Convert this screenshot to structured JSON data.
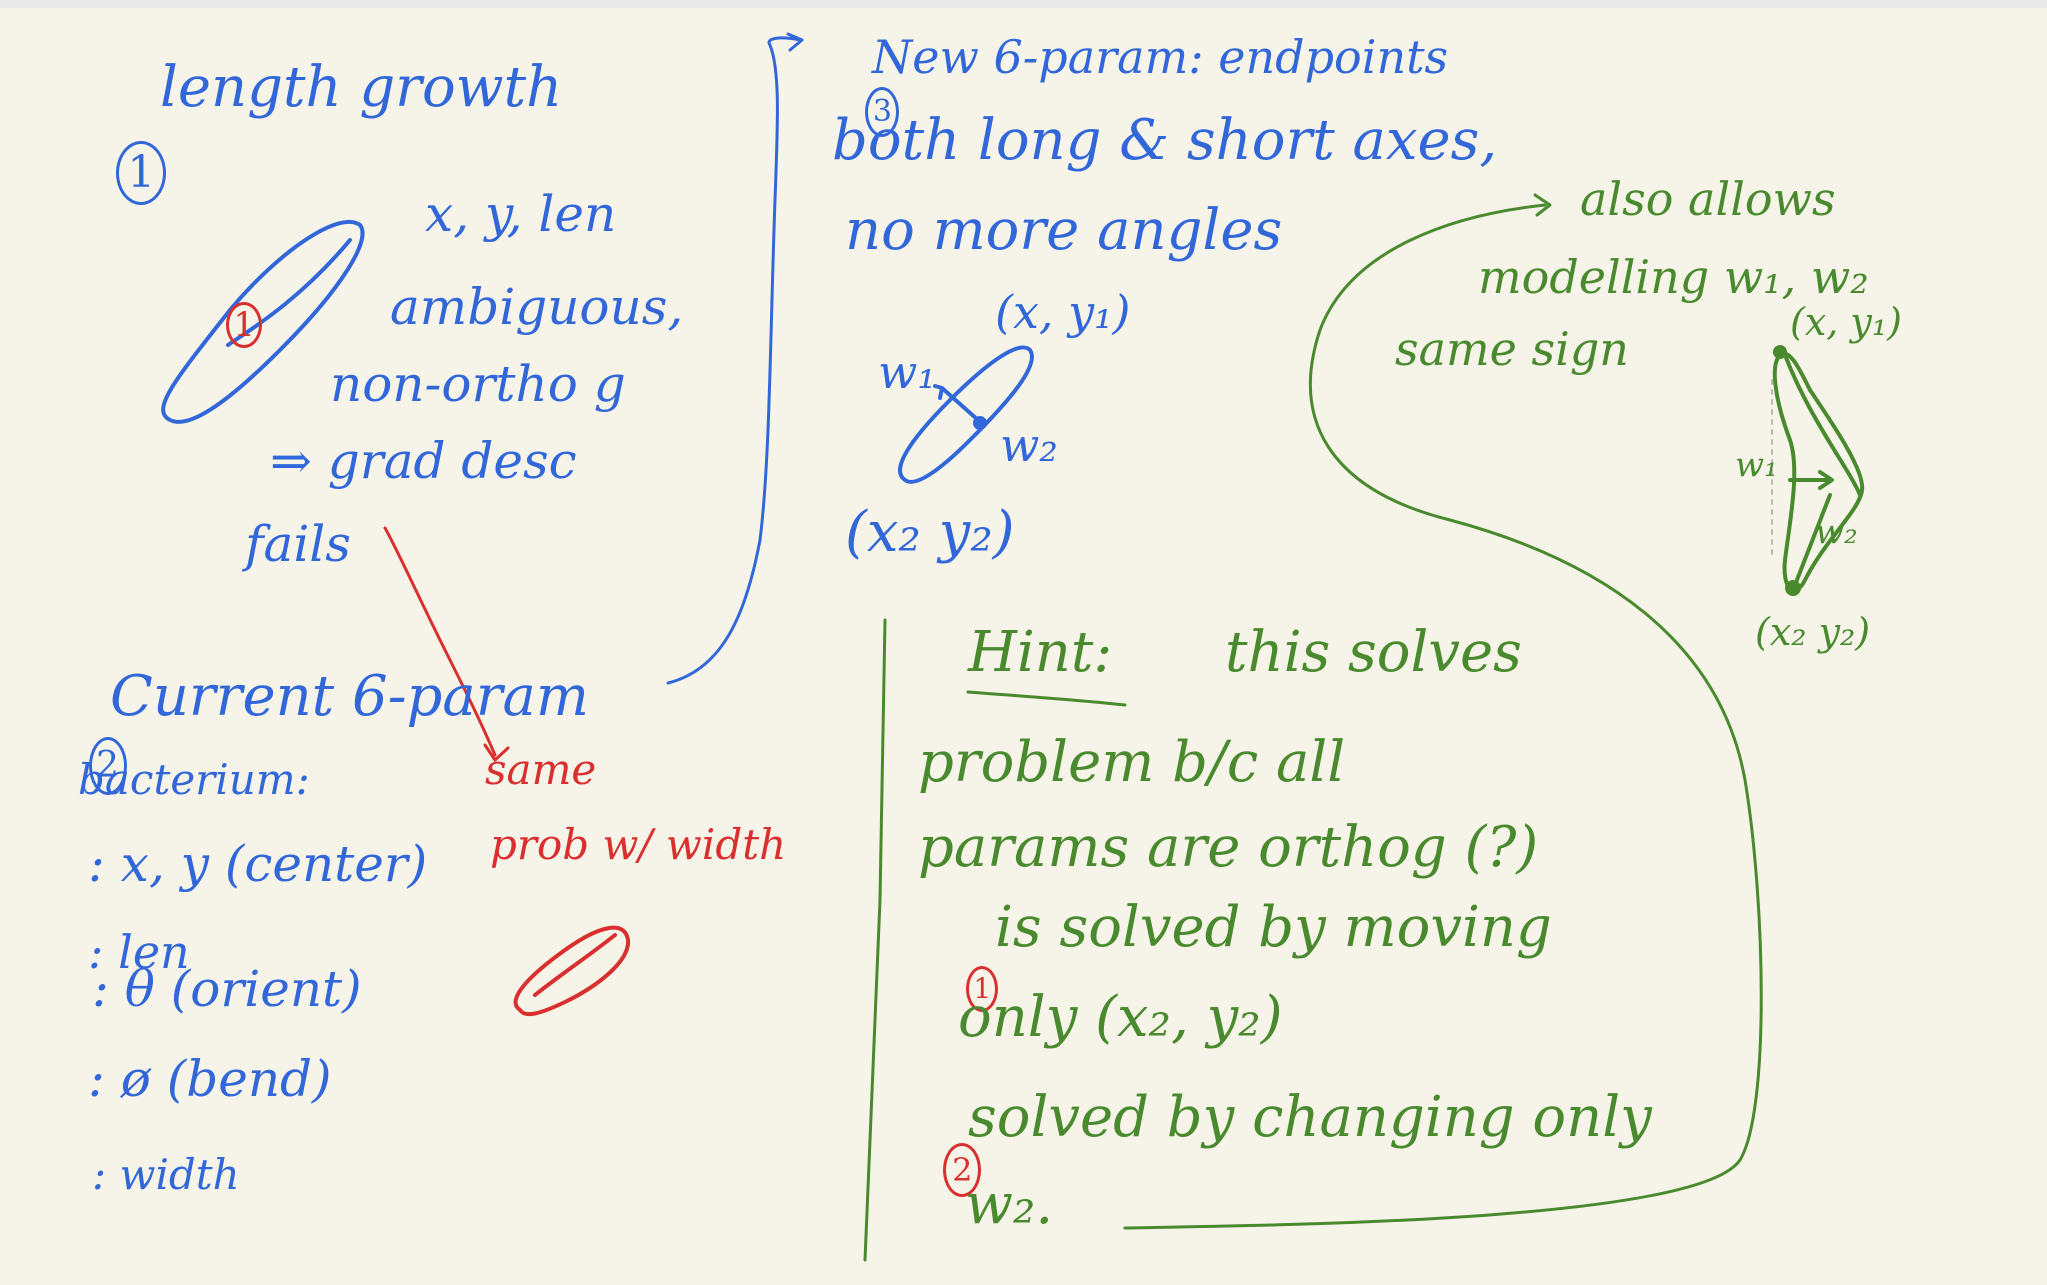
{
  "colors": {
    "background": "#f6f4e8",
    "blue_ink": "#3267d9",
    "red_ink": "#d92f2f",
    "green_ink": "#4a8a2f"
  },
  "section1": {
    "number": "1",
    "title": "length growth",
    "params": "x, y, len",
    "marker": "1",
    "line1": "ambiguous,",
    "line2": "non-ortho g",
    "line3": "⇒ grad desc",
    "line4": "fails"
  },
  "section2": {
    "number": "2",
    "title": "Current 6-param",
    "subtitle": "bacterium:",
    "items": [
      ": x, y (center)",
      ": len",
      ": θ (orient)",
      ": ø (bend)",
      ": width"
    ],
    "red_note1": "same",
    "red_note2": "prob w/ width"
  },
  "section3": {
    "number": "3",
    "title": "New 6-param: endpoints",
    "line2": "both long & short axes,",
    "line3": "no more angles",
    "label_top": "(x, y₁)",
    "label_w1": "w₁",
    "label_w2": "w₂",
    "label_bottom": "(x₂ y₂)"
  },
  "green_note": {
    "line1": "also allows",
    "line2": "modelling w₁, w₂",
    "line3": "same sign",
    "label_top": "(x, y₁)",
    "label_w1": "w₁",
    "label_w2": "w₂",
    "label_bottom": "(x₂ y₂)"
  },
  "hint": {
    "heading": "Hint:",
    "line1": "this solves",
    "line2": "problem b/c all",
    "line3": "params are orthog (?)",
    "item1_marker": "1",
    "item1_a": "is solved by moving",
    "item1_b": "only (x₂, y₂)",
    "item2_marker": "2",
    "item2_a": "solved by changing only",
    "item2_b": "w₂."
  }
}
